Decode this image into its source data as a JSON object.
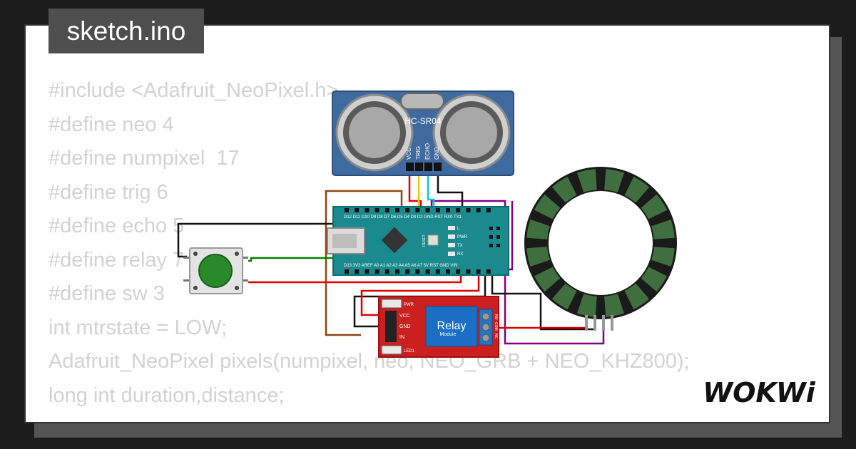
{
  "window": {
    "title": "sketch.ino"
  },
  "code_lines": [
    "#include <Adafruit_NeoPixel.h>",
    "#define neo 4",
    "#define numpixel  17",
    "#define trig 6",
    "#define echo 5",
    "#define relay 7",
    "#define sw 3",
    "int mtrstate = LOW;",
    "Adafruit_NeoPixel pixels(numpixel, neo, NEO_GRB + NEO_KHZ800);",
    "long int duration,distance;"
  ],
  "sensor": {
    "name": "HC-SR04",
    "pins": [
      "VCC",
      "TRIG",
      "ECHO",
      "GND"
    ]
  },
  "arduino": {
    "top_pins": "D12 D11 D10 D9 D8 D7 D6 D5 D4 D3 D2 GND RST RX0 TX1",
    "bottom_pins": "D13 3V3 AREF A0 A1 A2 A3 A4 A5 A6 A7 5V RST GND VIN",
    "reset_label": "RESET",
    "led_labels": [
      "L",
      "PWR",
      "TX",
      "RX"
    ]
  },
  "relay": {
    "title": "Relay",
    "subtitle": "Module",
    "pins": [
      "VCC",
      "GND",
      "IN"
    ],
    "leds": [
      "PWR",
      "LED1"
    ],
    "terminals": [
      "NO",
      "COM",
      "NC"
    ]
  },
  "brand": {
    "logo": "WOKWi"
  },
  "colors": {
    "tab_bg": "#4e4e4e",
    "code_text": "#d2d2d2",
    "sensor_board": "#3f6aa0",
    "arduino_board": "#1a8a8e",
    "relay_board": "#cc1f1f",
    "button": "#2a8a2a",
    "ring": "#1a1a1a",
    "ring_led": "#3f6f3f"
  }
}
